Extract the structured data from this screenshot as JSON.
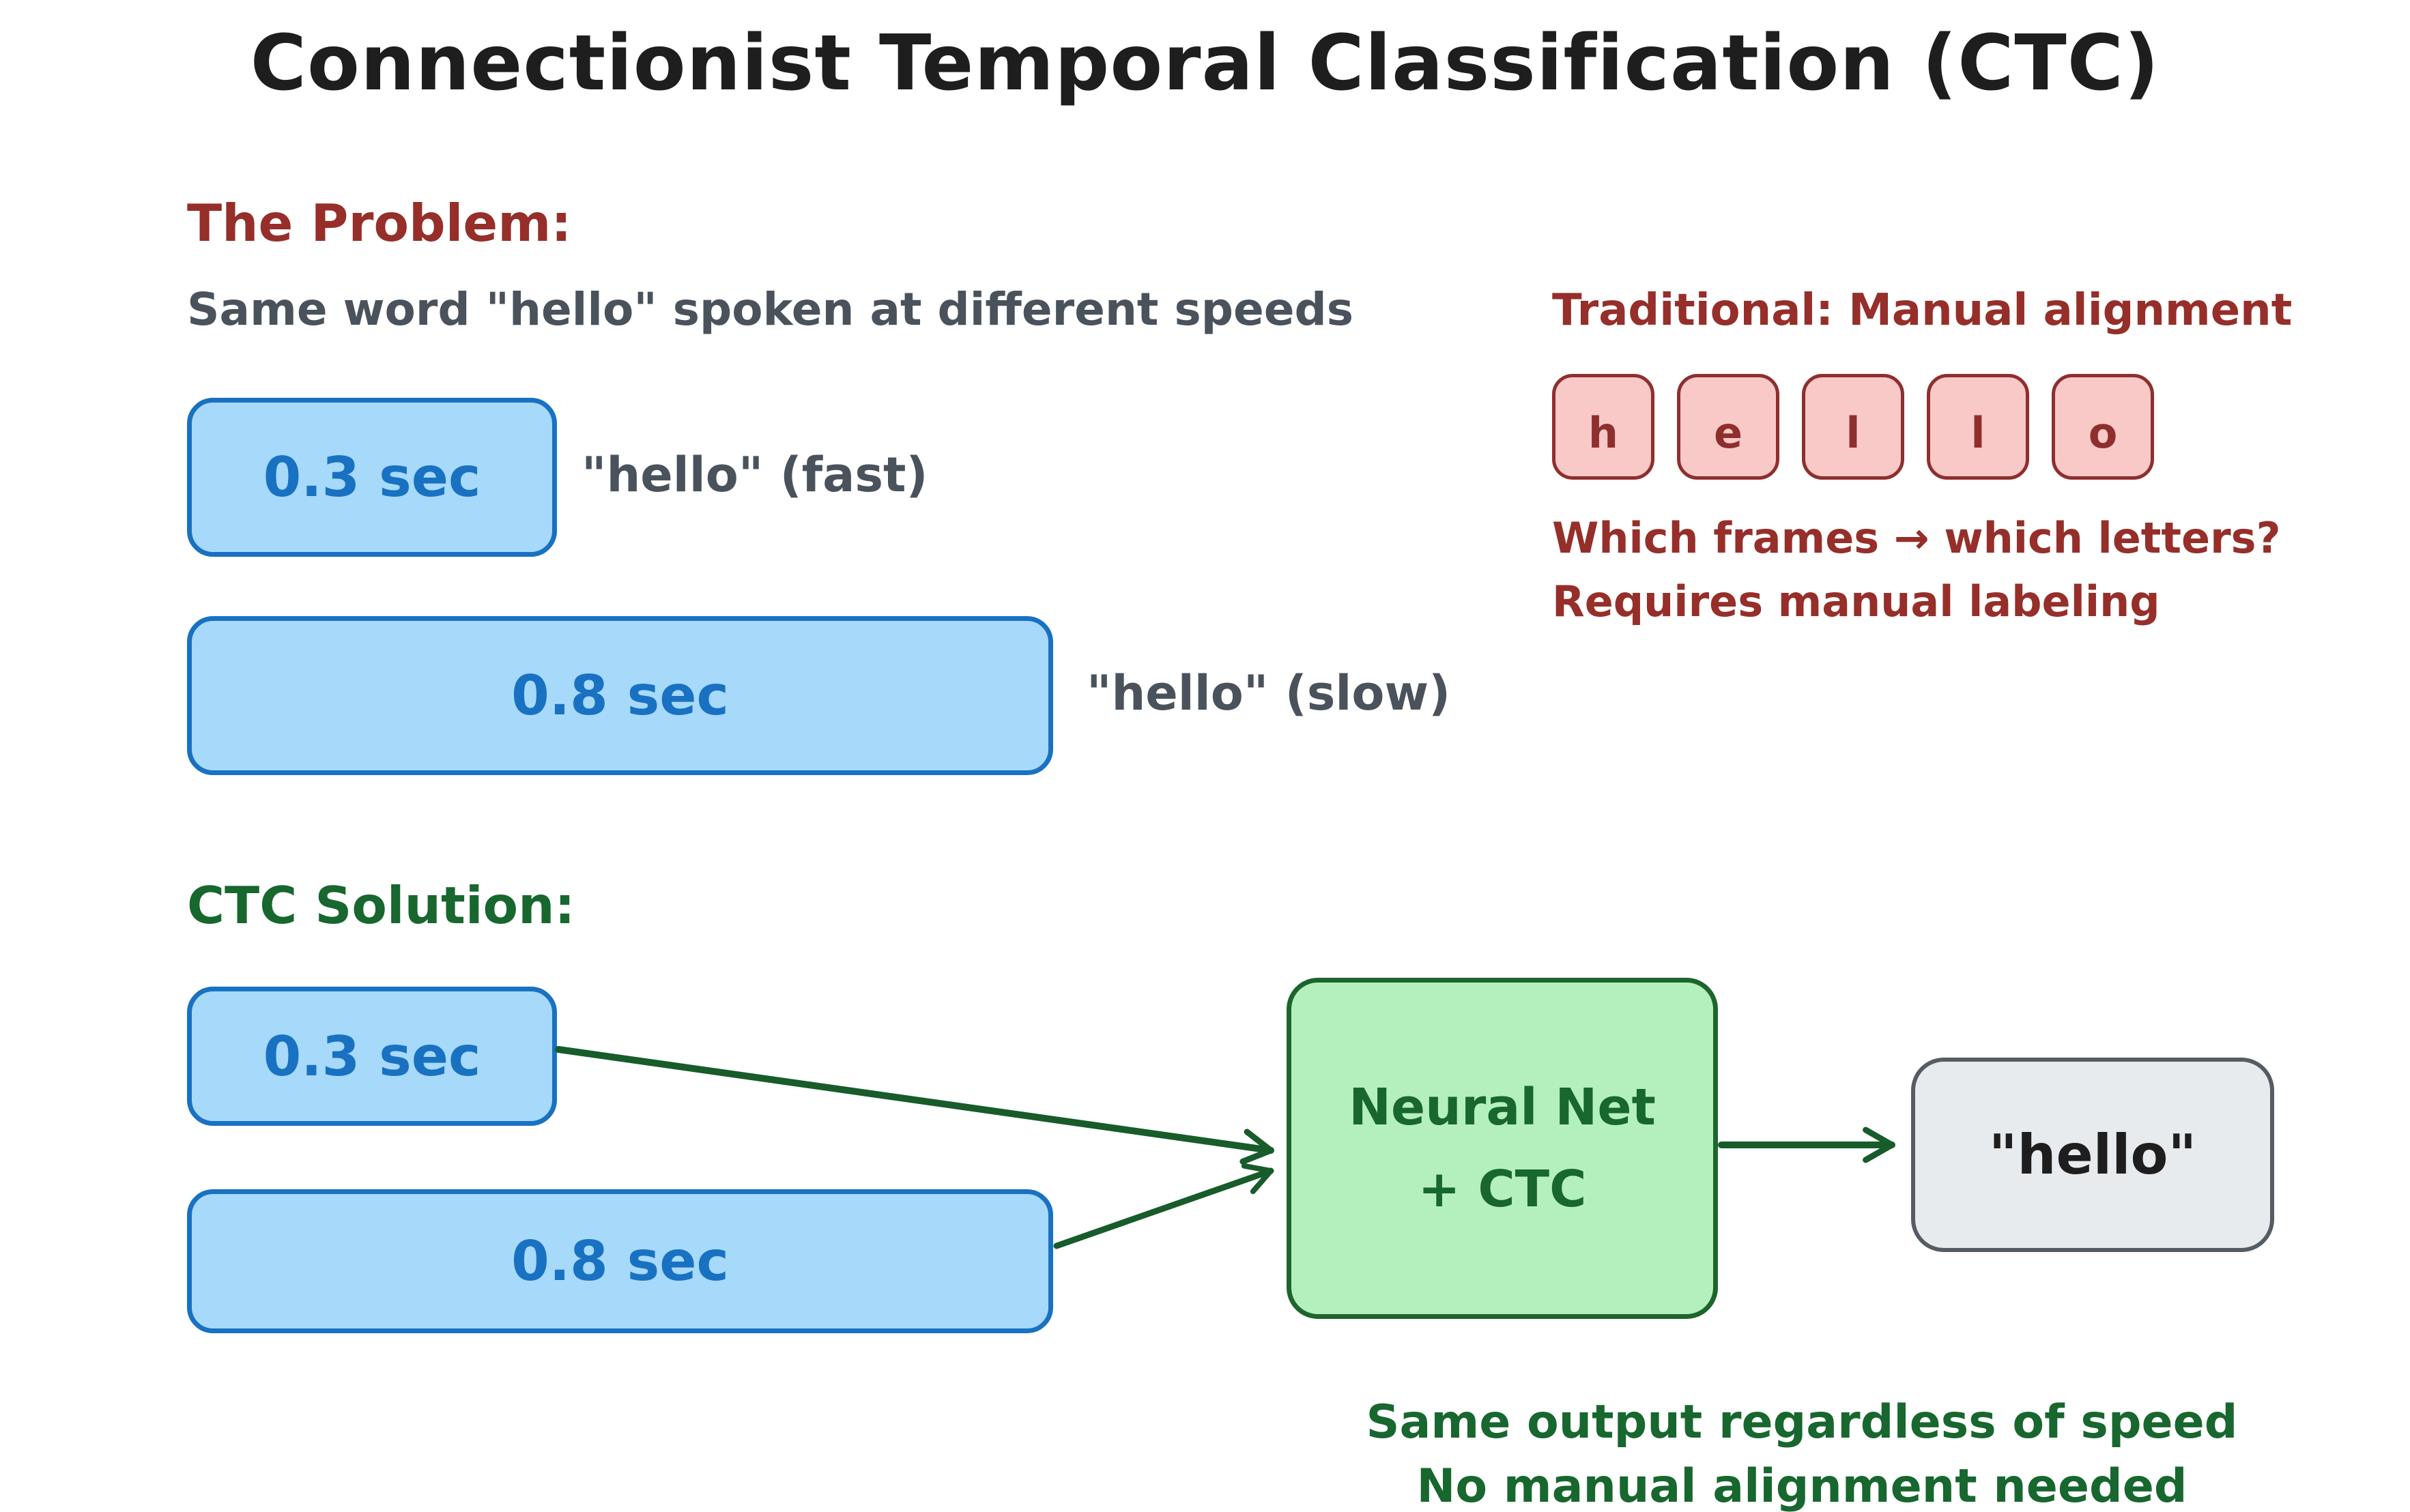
{
  "title": "Connectionist Temporal Classification (CTC)",
  "colors": {
    "black": "#1e1e1e",
    "red": "#962e2a",
    "pink_fill": "#f9c9c8",
    "pink_stroke": "#8e2f2e",
    "blue_stroke": "#1971c2",
    "blue_fill": "#a7d9fa",
    "gray_text": "#4a525c",
    "green_text": "#17672e",
    "green_fill": "#b4f0bd",
    "green_stroke": "#1d652c",
    "arrow_green": "#175c2a",
    "graybox_fill": "#e8ebee",
    "graybox_stroke": "#555c64"
  },
  "problem": {
    "heading": "The Problem:",
    "subtitle": "Same word \"hello\" spoken at different speeds",
    "fast_box": {
      "label": "0.3 sec",
      "annotation": "\"hello\" (fast)"
    },
    "slow_box": {
      "label": "0.8 sec",
      "annotation": "\"hello\" (slow)"
    }
  },
  "traditional": {
    "heading": "Traditional: Manual alignment",
    "letters": [
      "h",
      "e",
      "l",
      "l",
      "o"
    ],
    "question": "Which frames → which letters?",
    "note": "Requires manual labeling"
  },
  "solution": {
    "heading": "CTC Solution:",
    "fast_box_label": "0.3 sec",
    "slow_box_label": "0.8 sec",
    "model_box_line1": "Neural Net",
    "model_box_line2": "+ CTC",
    "output_box_label": "\"hello\"",
    "benefit_line1": "Same output regardless of speed",
    "benefit_line2": "No manual alignment needed"
  }
}
